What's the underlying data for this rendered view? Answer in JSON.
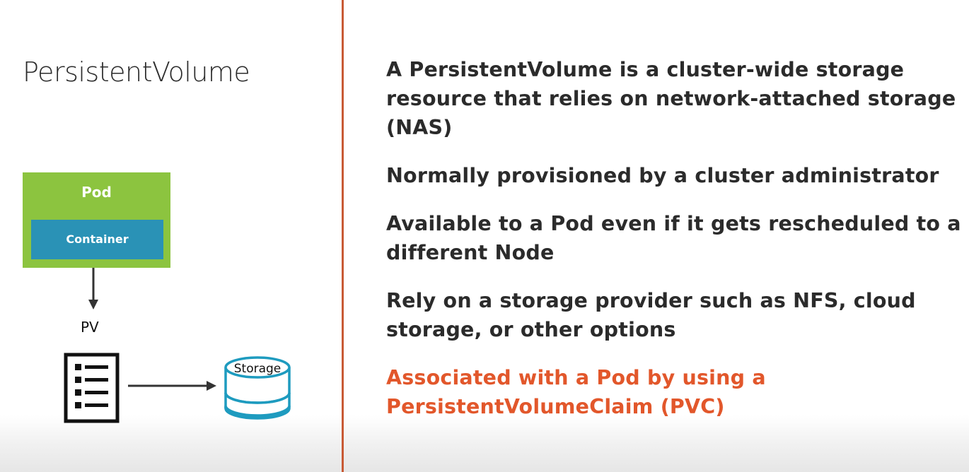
{
  "slide": {
    "title": "PersistentVolume"
  },
  "diagram": {
    "pod_label": "Pod",
    "container_label": "Container",
    "pv_label": "PV",
    "storage_label": "Storage"
  },
  "bullets": [
    "A PersistentVolume is a cluster-wide storage resource that relies on network-attached storage (NAS)",
    "Normally provisioned by a cluster administrator",
    "Available to a Pod even if it gets rescheduled to a different Node",
    "Rely on a storage provider such as NFS, cloud storage, or other options",
    "Associated with a Pod by using a PersistentVolumeClaim (PVC)"
  ],
  "colors": {
    "pod_green": "#8cc43f",
    "container_blue": "#2a92b6",
    "divider_orange": "#c85a35",
    "highlight_orange": "#e2572b",
    "storage_teal": "#1e9bbf"
  }
}
